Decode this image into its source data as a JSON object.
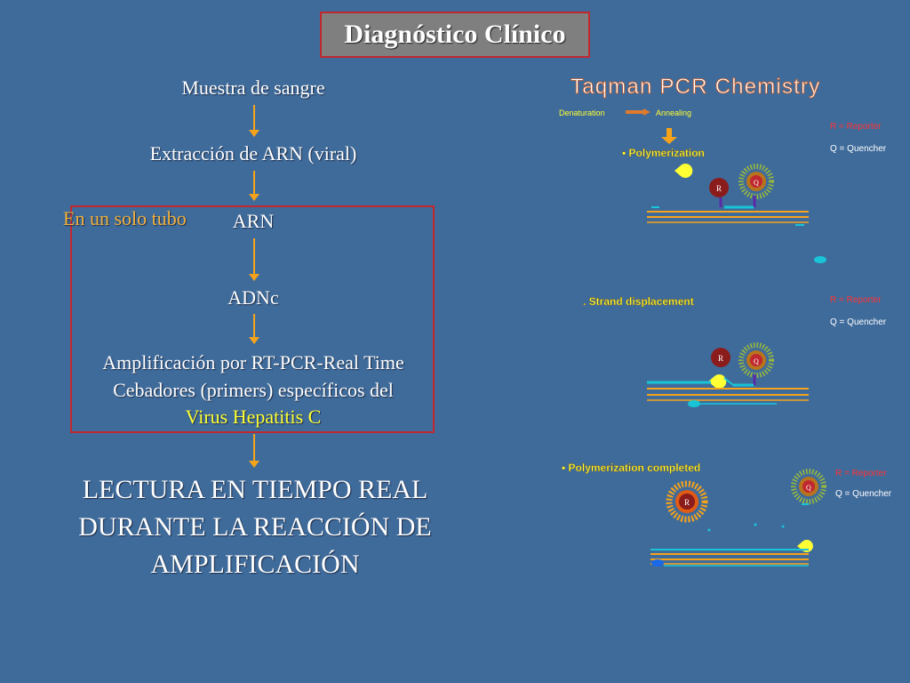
{
  "slide": {
    "title": "Diagnóstico Clínico",
    "tube_label": "En un solo tubo",
    "steps": {
      "sample": "Muestra de sangre",
      "extraction": "Extracción de ARN (viral)",
      "rna": "ARN",
      "cdna": "ADNc",
      "amp_line1": "Amplificación por RT-PCR-Real Time",
      "amp_line2": "Cebadores (primers) específicos del",
      "amp_line3": "Virus Hepatitis C"
    },
    "conclusion": {
      "line1": "LECTURA EN TIEMPO REAL",
      "line2": "DURANTE LA REACCIÓN DE",
      "line3": "AMPLIFICACIÓN"
    }
  },
  "taqman": {
    "title": "Taqman PCR Chemistry",
    "denaturation": "Denaturation",
    "annealing": "Annealing",
    "legend_r": "R = Reporter",
    "legend_q": "Q = Quencher",
    "stage1": "• Polymerization",
    "stage2": ". Strand displacement",
    "stage3": "• Polymerization completed",
    "probe_r": "R",
    "probe_q": "Q"
  },
  "colors": {
    "background": "#3f6b9b",
    "title_box": "#7f7f7f",
    "border_red": "#c0282f",
    "arrow_orange": "#f5a31b",
    "highlight_yellow": "#ffff33",
    "tube_label_orange": "#f2b13c"
  }
}
